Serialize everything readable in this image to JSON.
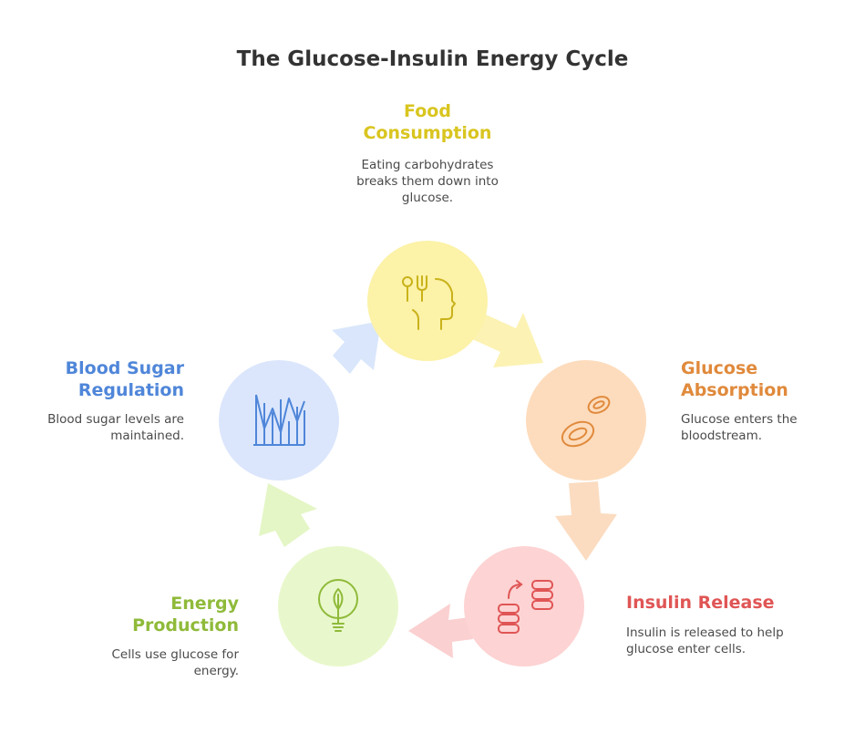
{
  "title": "The Glucose-Insulin Energy Cycle",
  "colors": {
    "food": "#d9c51f",
    "absorption": "#e08a3c",
    "insulin": "#e05555",
    "energy": "#8fba3a",
    "regulation": "#4f86d9"
  },
  "stages": {
    "food": {
      "title": "Food Consumption",
      "description": "Eating carbohydrates breaks them down into glucose.",
      "icon": "food-utensils-head-icon"
    },
    "absorption": {
      "title": "Glucose Absorption",
      "description": "Glucose enters the bloodstream.",
      "icon": "blood-cells-icon"
    },
    "insulin": {
      "title": "Insulin Release",
      "description": "Insulin is released to help glucose enter cells.",
      "icon": "database-transfer-icon"
    },
    "energy": {
      "title": "Energy Production",
      "description": "Cells use glucose for energy.",
      "icon": "leaf-lightbulb-icon"
    },
    "regulation": {
      "title": "Blood Sugar Regulation",
      "description": "Blood sugar levels are maintained.",
      "icon": "line-chart-icon"
    }
  }
}
